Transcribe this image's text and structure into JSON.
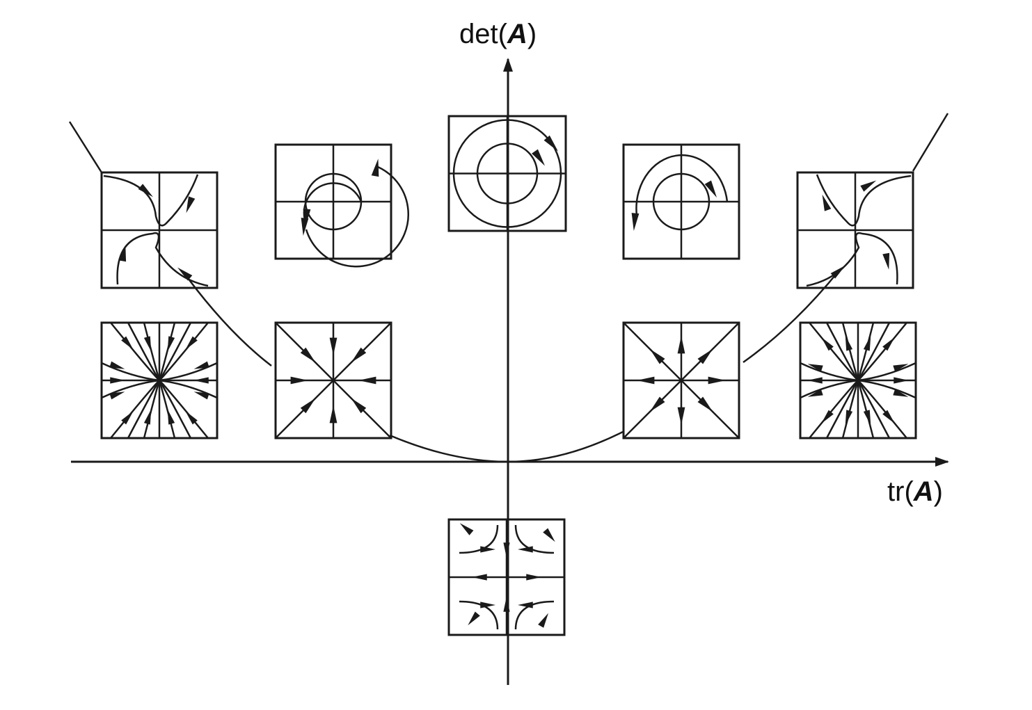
{
  "axes": {
    "y_label_prefix": "det",
    "y_label_var": "A",
    "x_label_prefix": "tr",
    "x_label_var": "A"
  },
  "colors": {
    "ink": "#1a1a1a",
    "background": "#ffffff"
  },
  "phase_portraits": [
    {
      "name": "spiral-sink",
      "region": "upper-left-high"
    },
    {
      "name": "center-cw",
      "region": "upper-left-mid"
    },
    {
      "name": "center",
      "region": "det-axis"
    },
    {
      "name": "center-ccw",
      "region": "upper-right-mid"
    },
    {
      "name": "spiral-source",
      "region": "upper-right-high"
    },
    {
      "name": "improper-node-sink",
      "region": "left-low"
    },
    {
      "name": "star-node-sink",
      "region": "left-parabola"
    },
    {
      "name": "star-node-source",
      "region": "right-parabola"
    },
    {
      "name": "improper-node-source",
      "region": "right-low"
    },
    {
      "name": "saddle",
      "region": "below-tr-axis"
    }
  ]
}
